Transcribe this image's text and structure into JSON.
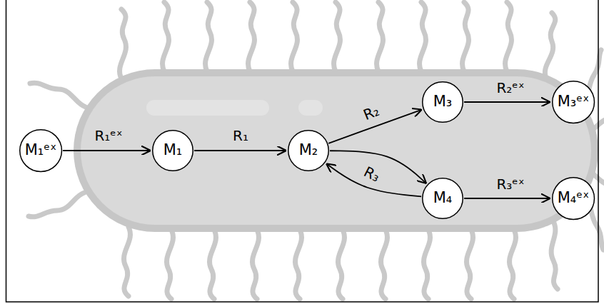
{
  "diagram": {
    "nodes": [
      {
        "text": [
          "M₁ᵉˣ"
        ]
      },
      {
        "text": [
          "M₁"
        ]
      },
      {
        "text": [
          "M₂"
        ]
      },
      {
        "text": [
          "M₃"
        ]
      },
      {
        "text": [
          "M₃ᵉˣ"
        ]
      },
      {
        "text": [
          "M₄"
        ]
      },
      {
        "text": [
          "M₄ᵉˣ"
        ]
      }
    ],
    "edges": [
      {
        "from": 0,
        "to": 1,
        "arrow": "to",
        "label": "R₁ᵉˣ"
      },
      {
        "from": 1,
        "to": 2,
        "arrow": "to",
        "label": "R₁"
      },
      {
        "from": 2,
        "to": 3,
        "arrow": "to",
        "label": "R₂"
      },
      {
        "from": 2,
        "to": 5,
        "arrow": "to"
      },
      {
        "from": 5,
        "to": 2,
        "arrow": "to",
        "label": "R₃"
      },
      {
        "from": 3,
        "to": 4,
        "arrow": "to",
        "label": "R₂ᵉˣ"
      },
      {
        "from": 5,
        "to": 6,
        "arrow": "to",
        "label": "R₃ᵉˣ"
      }
    ]
  }
}
